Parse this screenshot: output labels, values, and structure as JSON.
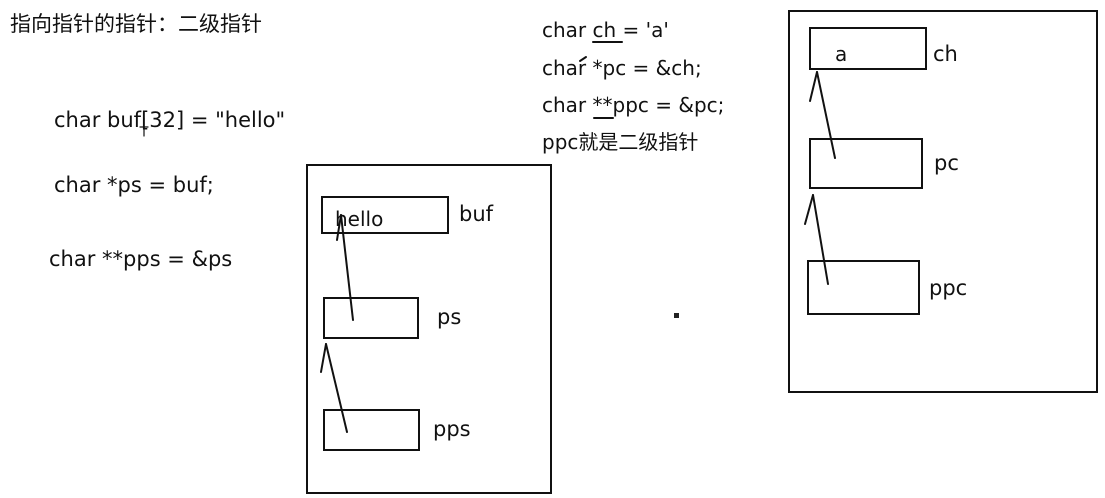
{
  "title": "指向指针的指针：二级指针",
  "left_code": {
    "line1": "char buf[32] = \"hello\"",
    "line2": "char *ps = buf;",
    "line3": "char **pps = &ps"
  },
  "right_code": {
    "line1": "char ch = 'a'",
    "line2": "char *pc = &ch;",
    "line3": "char **ppc = &pc;",
    "line4": "ppc就是二级指针"
  },
  "left_diagram": {
    "cells": [
      {
        "content": "hello",
        "label": "buf"
      },
      {
        "content": "",
        "label": "ps"
      },
      {
        "content": "",
        "label": "pps"
      }
    ]
  },
  "right_diagram": {
    "cells": [
      {
        "content": "a",
        "label": "ch"
      },
      {
        "content": "",
        "label": "pc"
      },
      {
        "content": "",
        "label": "ppc"
      }
    ]
  }
}
